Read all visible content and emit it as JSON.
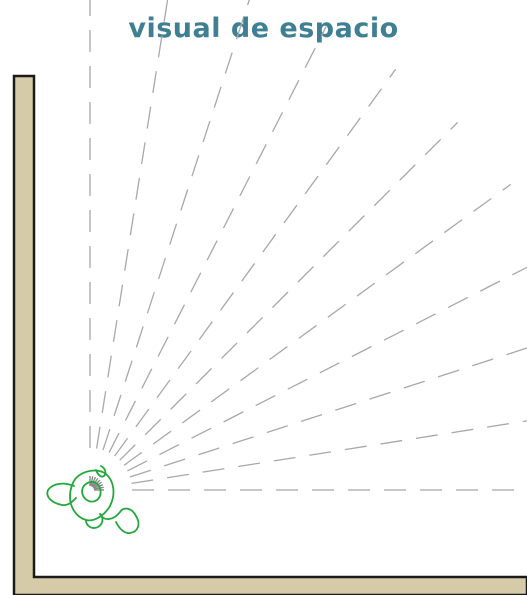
{
  "title": "visual de espacio",
  "colors": {
    "title": "#3e7f93",
    "wall_fill": "#d6cba9",
    "wall_stroke": "#1a1a1a",
    "sight_lines": "#a8a8a8",
    "person": "#22a83a",
    "eyes": "#8a8a8a"
  },
  "elements": {
    "wall": "L-shaped wall corner",
    "person": "person viewed from above",
    "sight_lines": "dashed visual rays fanning from eye point"
  }
}
